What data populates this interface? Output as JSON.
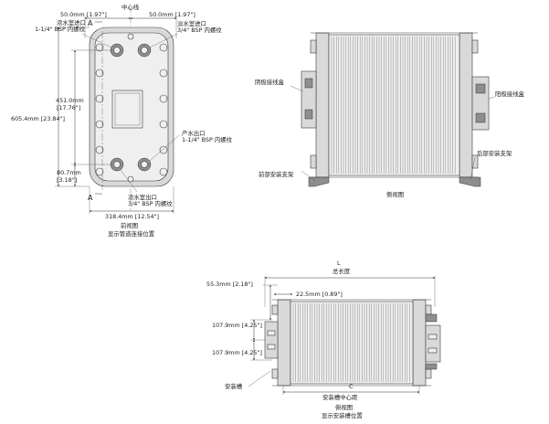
{
  "front_view": {
    "dim_left_offset": "50.0mm [1.97\"]",
    "centerline": "中心线",
    "dim_right_offset": "50.0mm [1.97\"]",
    "conc_inlet_line1": "浓水室进口",
    "conc_inlet_line2": "1-1/4\" BSP 内螺纹",
    "dilute_inlet_line1": "淡水室进口",
    "dilute_inlet_line2": "3/4\" BSP 内螺纹",
    "section_mark_top": "A",
    "section_mark_bottom": "A",
    "dim_451_mm": "451.0mm",
    "dim_451_in": "[17.76\"]",
    "dim_605_mm": "605.4mm [23.84\"]",
    "dim_80_mm": "80.7mm",
    "dim_80_in": "[3.18\"]",
    "product_outlet_line1": "产水出口",
    "product_outlet_line2": "1-1/4\" BSP 内螺纹",
    "conc_outlet_line1": "浓水室出口",
    "conc_outlet_line2": "3/4\" BSP 内螺纹",
    "dim_width": "318.4mm [12.54\"]",
    "caption_line1": "前视图",
    "caption_line2": "显示管道连接位置"
  },
  "side_view": {
    "cathode_label": "阴极接线盒",
    "anode_label": "阳极接线盒",
    "front_bracket_label": "前部安装支架",
    "rear_bracket_label": "后部安装支架",
    "caption": "侧视图"
  },
  "bottom_view": {
    "dim_L": "L",
    "total_length": "总长度",
    "dim_55": "55.3mm [2.18\"]",
    "dim_22": "22.5mm [0.89\"]",
    "dim_107_top": "107.9mm [4.25\"]",
    "dim_107_bottom": "107.9mm [4.25\"]",
    "slot_label": "安装槽",
    "dim_C": "C",
    "slot_center_label": "安装槽中心距",
    "caption_line1": "俯视图",
    "caption_line2": "显示安装槽位置"
  }
}
